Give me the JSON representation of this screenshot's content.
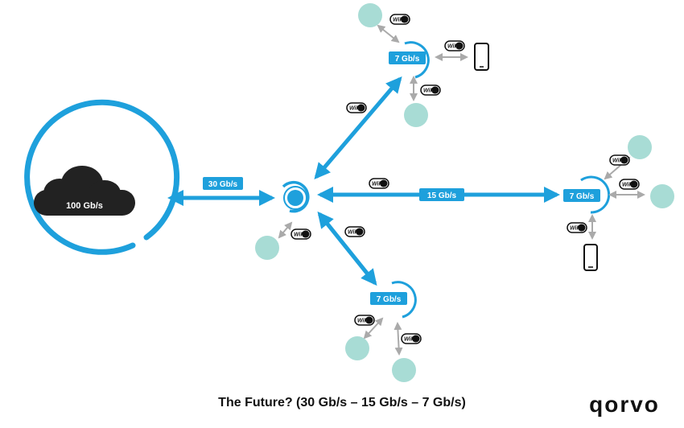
{
  "caption": "The Future? (30 Gb/s – 15 Gb/s – 7 Gb/s)",
  "logo_text": "qorvo",
  "cloud_label": "100 Gb/s",
  "links": {
    "cloud_to_hub": "30 Gb/s",
    "hub_to_right": "15 Gb/s"
  },
  "nodes": {
    "top": "7 Gb/s",
    "right": "7 Gb/s",
    "bottom": "7 Gb/s"
  },
  "wifi_label": "WiFi",
  "colors": {
    "accent_blue": "#1ea0dc",
    "client_teal": "#a8dcd5",
    "arrow_gray": "#aaaaaa",
    "text_dark": "#111111"
  }
}
